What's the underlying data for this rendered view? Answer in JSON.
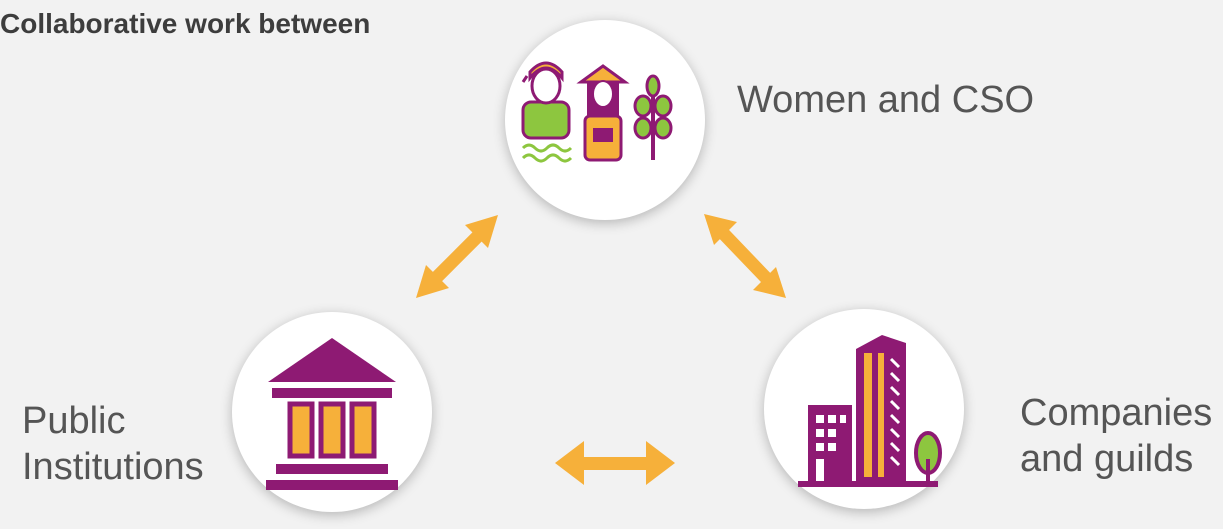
{
  "title": "Collaborative work between",
  "nodes": {
    "top": {
      "label": "Women and CSO",
      "icon": "women-farmers-icon"
    },
    "left": {
      "label": "Public\nInstitutions",
      "icon": "government-building-icon"
    },
    "right": {
      "label": "Companies\nand guilds",
      "icon": "office-building-icon"
    }
  },
  "colors": {
    "background": "#f2f2f2",
    "accent_orange": "#f6b03a",
    "purple": "#8e1a73",
    "green": "#8dc63f",
    "text": "#555555"
  }
}
